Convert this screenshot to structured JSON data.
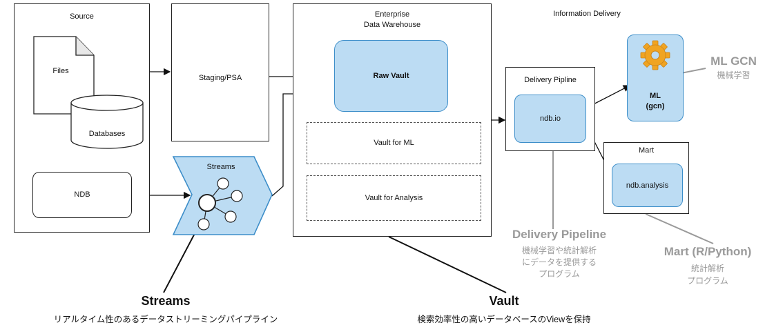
{
  "source": {
    "title": "Source",
    "files": "Files",
    "databases": "Databases",
    "ndb": "NDB"
  },
  "staging": {
    "label": "Staging/PSA"
  },
  "streams": {
    "label": "Streams"
  },
  "edw": {
    "title_line1": "Enterprise",
    "title_line2": "Data Warehouse",
    "raw_vault": "Raw Vault",
    "vault_ml": "Vault for ML",
    "vault_analysis": "Vault for Analysis"
  },
  "delivery": {
    "header": "Information Delivery",
    "pipeline_title": "Delivery Pipline",
    "ndbio": "ndb.io"
  },
  "ml": {
    "line1": "ML",
    "line2": "(gcn)"
  },
  "mart": {
    "title": "Mart",
    "node": "ndb.analysis"
  },
  "annotations": {
    "ml_gcn_title": "ML GCN",
    "ml_gcn_sub": "機械学習",
    "pipeline_title": "Delivery Pipeline",
    "pipeline_sub1": "機械学習や統計解析",
    "pipeline_sub2": "にデータを提供する",
    "pipeline_sub3": "プログラム",
    "mart_title": "Mart (R/Python)",
    "mart_sub1": "統計解析",
    "mart_sub2": "プログラム",
    "streams_title": "Streams",
    "streams_sub": "リアルタイム性のあるデータストリーミングパイプライン",
    "vault_title": "Vault",
    "vault_sub": "検索効率性の高いデータベースのViewを保持"
  },
  "colors": {
    "node_fill": "#bcdcf3",
    "node_border": "#3d8ec9",
    "annotation_grey": "#9a9a9a"
  },
  "icons": {
    "ml": "gear-icon",
    "files": "document-icon",
    "databases": "cylinder-icon",
    "streams": "network-icon"
  }
}
